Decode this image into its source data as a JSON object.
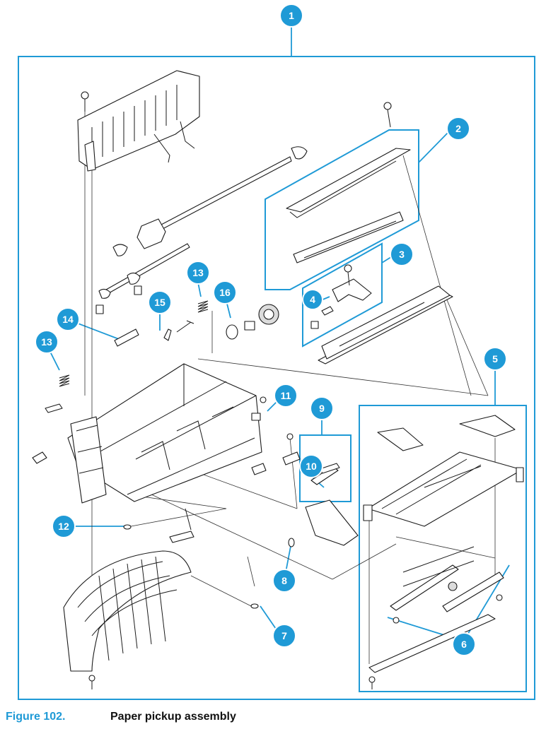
{
  "caption": {
    "figure_label": "Figure 102.",
    "title": "Paper pickup assembly"
  },
  "callouts": [
    "1",
    "2",
    "3",
    "4",
    "5",
    "6",
    "7",
    "8",
    "9",
    "10",
    "11",
    "12",
    "13",
    "14",
    "15",
    "16"
  ],
  "colors": {
    "accent": "#1f9ad6",
    "line": "#1a1a1a",
    "background": "#ffffff"
  }
}
